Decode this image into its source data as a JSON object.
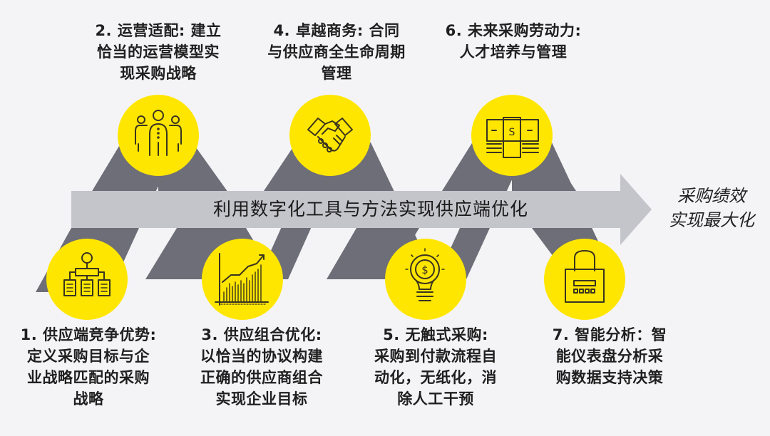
{
  "colors": {
    "background": "#f4f4f7",
    "band": "#c4c4cb",
    "zigzag": "#6e6e78",
    "circle": "#ffe600",
    "icon_stroke": "#3a3320",
    "text": "#1f1f1f"
  },
  "band": {
    "label": "利用数字化工具与方法实现供应端优化"
  },
  "goal": {
    "line1": "采购绩效",
    "line2": "实现最大化"
  },
  "steps": [
    {
      "number": "1",
      "icon": "org-chart-icon",
      "position": "bottom",
      "lines": [
        "1. 供应端竞争优势:",
        "定义采购目标与企",
        "业战略匹配的采购",
        "战略"
      ]
    },
    {
      "number": "2",
      "icon": "team-people-icon",
      "position": "top",
      "lines": [
        "2. 运营适配: 建立",
        "恰当的运营模型实",
        "现采购战略"
      ]
    },
    {
      "number": "3",
      "icon": "growth-bar-chart-icon",
      "position": "bottom",
      "lines": [
        "3. 供应组合优化:",
        "以恰当的协议构建",
        "正确的供应商组合",
        "实现企业目标"
      ]
    },
    {
      "number": "4",
      "icon": "handshake-icon",
      "position": "top",
      "lines": [
        "4. 卓越商务: 合同",
        "与供应商全生命周期",
        "管理"
      ]
    },
    {
      "number": "5",
      "icon": "dollar-lightbulb-icon",
      "position": "bottom",
      "lines": [
        "5. 无触式采购:",
        "采购到付款流程自",
        "动化，无纸化，消",
        "除人工干预"
      ]
    },
    {
      "number": "6",
      "icon": "money-stack-icon",
      "position": "top",
      "lines": [
        "6. 未来采购劳动力:",
        "人才培养与管理"
      ]
    },
    {
      "number": "7",
      "icon": "padlock-dashboard-icon",
      "position": "bottom",
      "lines": [
        "7. 智能分析：智",
        "能仪表盘分析采",
        "购数据支持决策"
      ]
    }
  ]
}
